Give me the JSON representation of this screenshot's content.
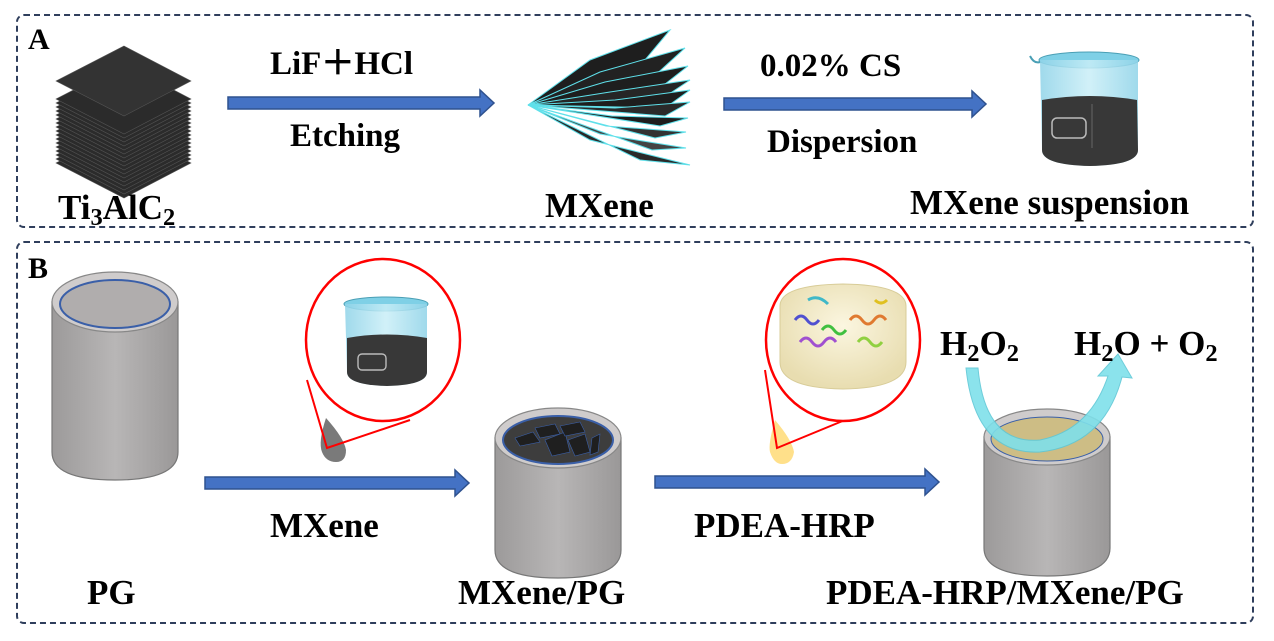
{
  "panel_a": {
    "letter": "A",
    "start_label": {
      "main": "Ti",
      "sub1": "3",
      "mid": "AlC",
      "sub2": "2"
    },
    "step1": {
      "reagent": "LiF＋HCl",
      "process": "Etching"
    },
    "intermediate_label": "MXene",
    "step2": {
      "reagent": "0.02% CS",
      "process": "Dispersion"
    },
    "product_label": "MXene suspension"
  },
  "panel_b": {
    "letter": "B",
    "electrode1_label": "PG",
    "step1_label": "MXene",
    "electrode2_label": "MXene/PG",
    "step2_label": "PDEA-HRP",
    "electrode3_label": "PDEA-HRP/MXene/PG",
    "reaction": {
      "reactant": {
        "a": "H",
        "s1": "2",
        "b": "O",
        "s2": "2"
      },
      "product": {
        "a": "H",
        "s1": "2",
        "b": "O + O",
        "s2": "2"
      }
    }
  },
  "colors": {
    "arrow": "#4472c4",
    "arrow_stroke": "#2f528f",
    "border": "#2f3e5c",
    "callout": "#ff0000",
    "electrode": "#b0adad",
    "mxene": "#2b2b2b",
    "cyan": "#5fd3e6"
  }
}
